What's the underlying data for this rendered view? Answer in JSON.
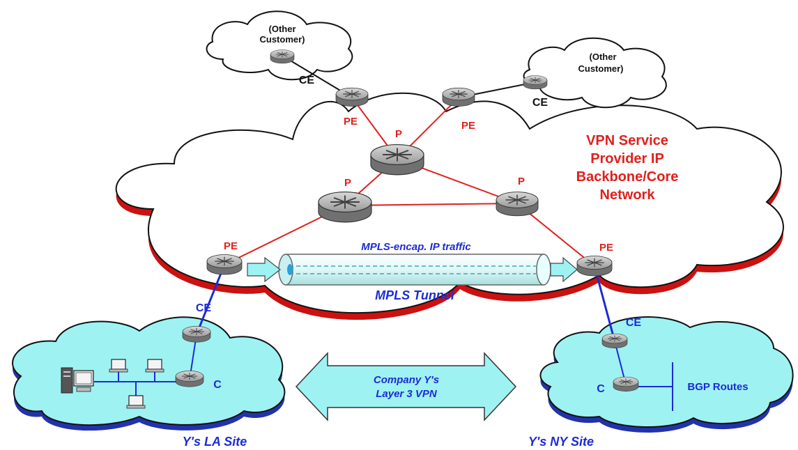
{
  "nodes": {
    "other_customer_1": {
      "line1": "(Other",
      "line2": "Customer)"
    },
    "other_customer_2": {
      "line1": "(Other",
      "line2": "Customer)"
    },
    "ce_top_left": "CE",
    "ce_top_right": "CE",
    "pe_top_left": "PE",
    "pe_top_right": "PE",
    "p_top": "P",
    "p_left": "P",
    "p_right": "P",
    "pe_left": "PE",
    "pe_right": "PE",
    "ce_left": "CE",
    "ce_right": "CE",
    "c_left": "C",
    "c_right": "C"
  },
  "core": {
    "line1": "VPN Service",
    "line2": "Provider IP",
    "line3": "Backbone/Core",
    "line4": "Network"
  },
  "tunnel": {
    "traffic_label": "MPLS-encap. IP traffic",
    "name": "MPLS Tunnel"
  },
  "vpn_arrow": {
    "line1": "Company Y's",
    "line2": "Layer 3 VPN"
  },
  "sites": {
    "la": "Y's LA Site",
    "ny": "Y's NY Site"
  },
  "bgp_label": "BGP Routes",
  "colors": {
    "core_text": "#e0201c",
    "site_text": "#1d2bd6",
    "site_cloud": "#9ef2f2",
    "core_shadow": "#cc1111",
    "site_shadow": "#2233aa"
  }
}
